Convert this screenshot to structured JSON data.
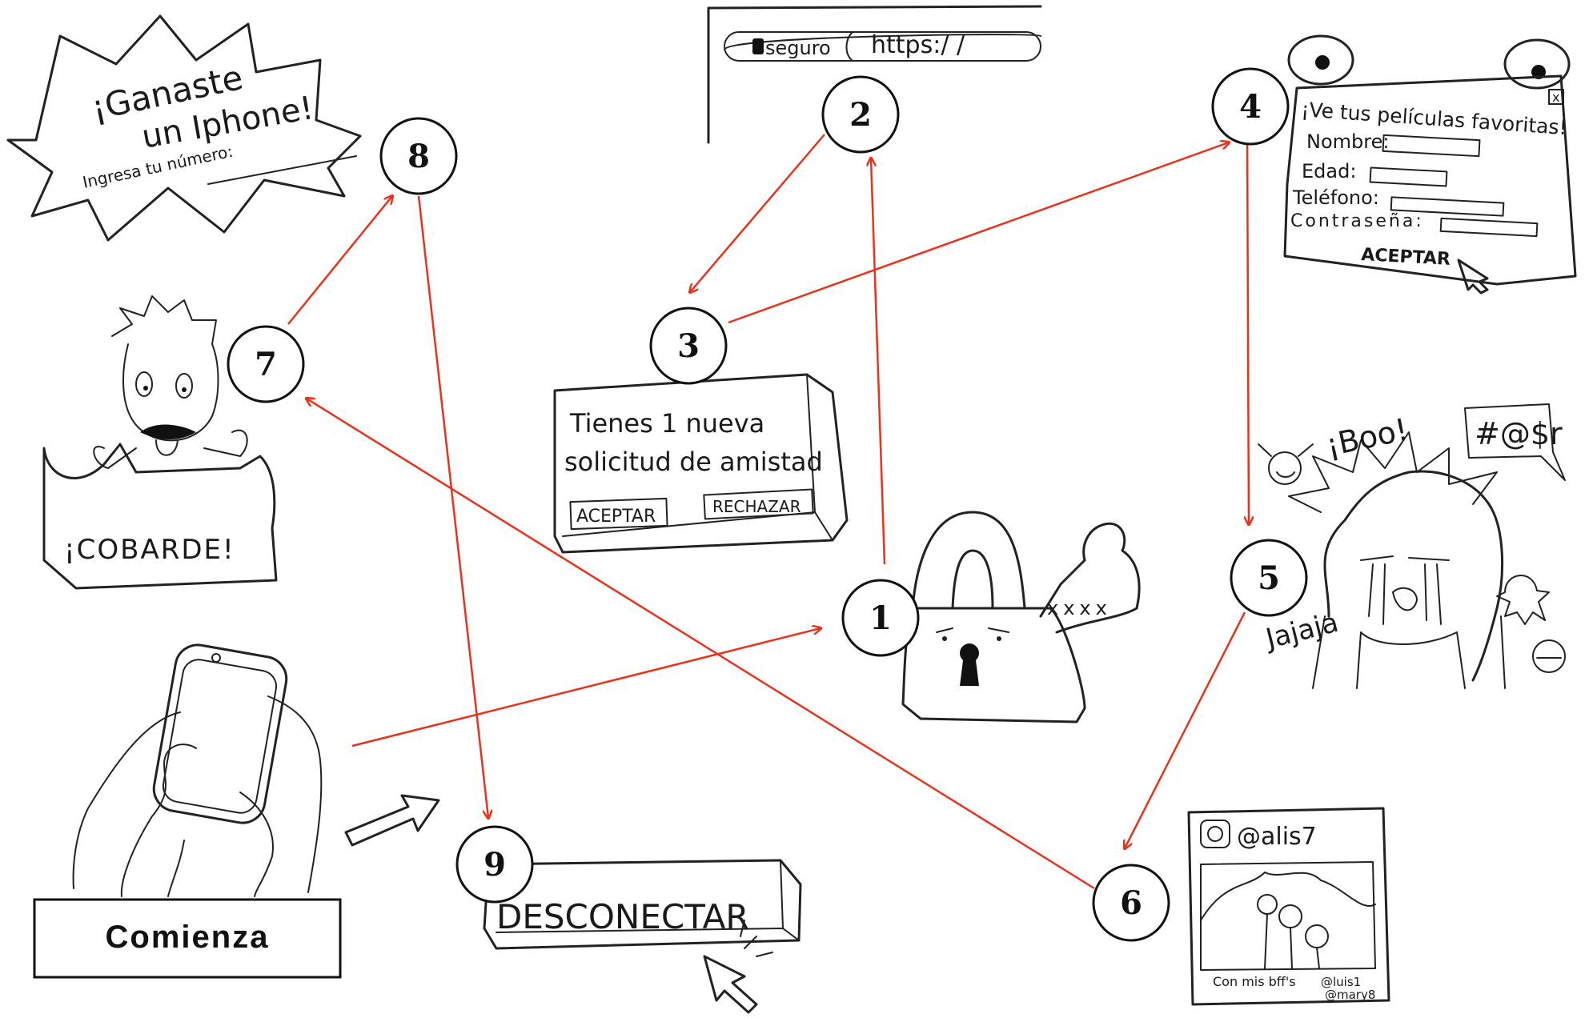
{
  "start": {
    "label": "Comienza"
  },
  "steps": [
    {
      "n": "1"
    },
    {
      "n": "2"
    },
    {
      "n": "3"
    },
    {
      "n": "4"
    },
    {
      "n": "5"
    },
    {
      "n": "6"
    },
    {
      "n": "7"
    },
    {
      "n": "8"
    },
    {
      "n": "9"
    }
  ],
  "scenes": {
    "browser": {
      "secure": "seguro",
      "url": "https:/ /"
    },
    "friend_request": {
      "text1": "Tienes 1 nueva",
      "text2": "solicitud de amistad",
      "accept": "ACEPTAR",
      "reject": "RECHAZAR"
    },
    "popup_form": {
      "title": "¡Ve tus películas favoritas!",
      "name": "Nombre:",
      "age": "Edad:",
      "phone": "Teléfono:",
      "password": "Contraseña:",
      "accept": "ACEPTAR",
      "close": "x"
    },
    "padlock": {
      "password": "xxxx"
    },
    "bullying": {
      "boo": "¡Boo!",
      "symbols": "#@$r",
      "laugh": "Jajaja"
    },
    "instagram": {
      "handle": "@alis7",
      "caption": "Con mis bff's",
      "tag1": "@luis1",
      "tag2": "@mary8"
    },
    "coward": {
      "text": "¡COBARDE!"
    },
    "prize": {
      "line1": "¡Ganaste",
      "line2": "un Iphone!",
      "line3": "Ingresa tu número:"
    },
    "logout": {
      "label": "DESCONECTAR"
    }
  },
  "colors": {
    "arrow": "#e8321c",
    "ink": "#222222"
  }
}
